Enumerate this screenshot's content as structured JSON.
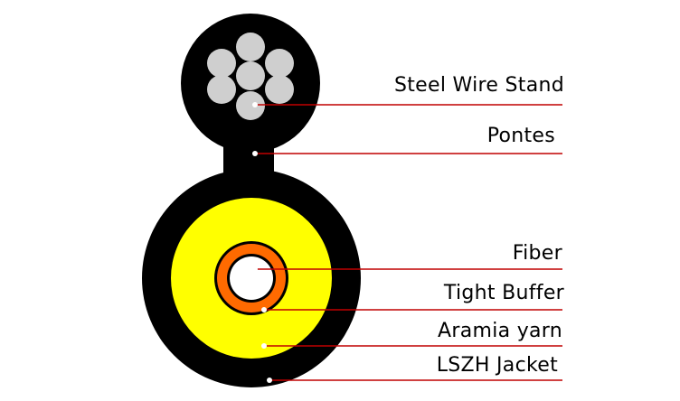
{
  "diagram": {
    "callouts": [
      {
        "id": "steel-wire-stand",
        "label": "Steel Wire Stand"
      },
      {
        "id": "pontes",
        "label": "Pontes"
      },
      {
        "id": "fiber",
        "label": "Fiber"
      },
      {
        "id": "tight-buffer",
        "label": "Tight Buffer"
      },
      {
        "id": "aramia-yarn",
        "label": "Aramia yarn"
      },
      {
        "id": "lszh-jacket",
        "label": "LSZH Jacket"
      }
    ],
    "colors": {
      "jacket": "#000000",
      "strands": "#cfcfcf",
      "aramid_yarn": "#ffff00",
      "tight_buffer": "#ff6a00",
      "fiber": "#ffffff",
      "leader_line": "#c00000",
      "leader_dot": "#ffffff"
    }
  }
}
